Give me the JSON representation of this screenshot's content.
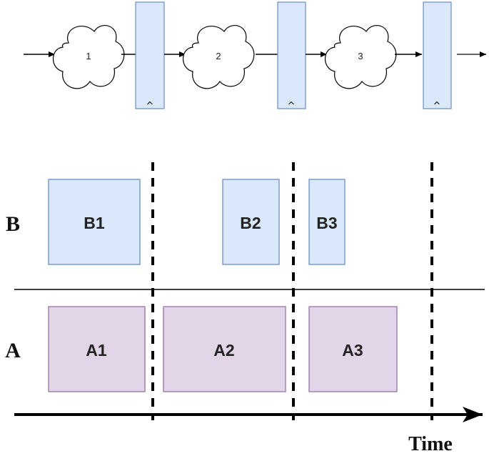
{
  "pipeline": {
    "stages": [
      "1",
      "2",
      "3"
    ],
    "register_mark": "^"
  },
  "timing": {
    "rows": [
      {
        "label": "B",
        "tasks": [
          "B1",
          "B2",
          "B3"
        ]
      },
      {
        "label": "A",
        "tasks": [
          "A1",
          "A2",
          "A3"
        ]
      }
    ],
    "axis_label": "Time"
  },
  "colors": {
    "register_fill": "#dae8fc",
    "register_stroke": "#6c8ebf",
    "a_fill": "#e1d5e7",
    "a_stroke": "#9673a6",
    "line": "#000000"
  }
}
